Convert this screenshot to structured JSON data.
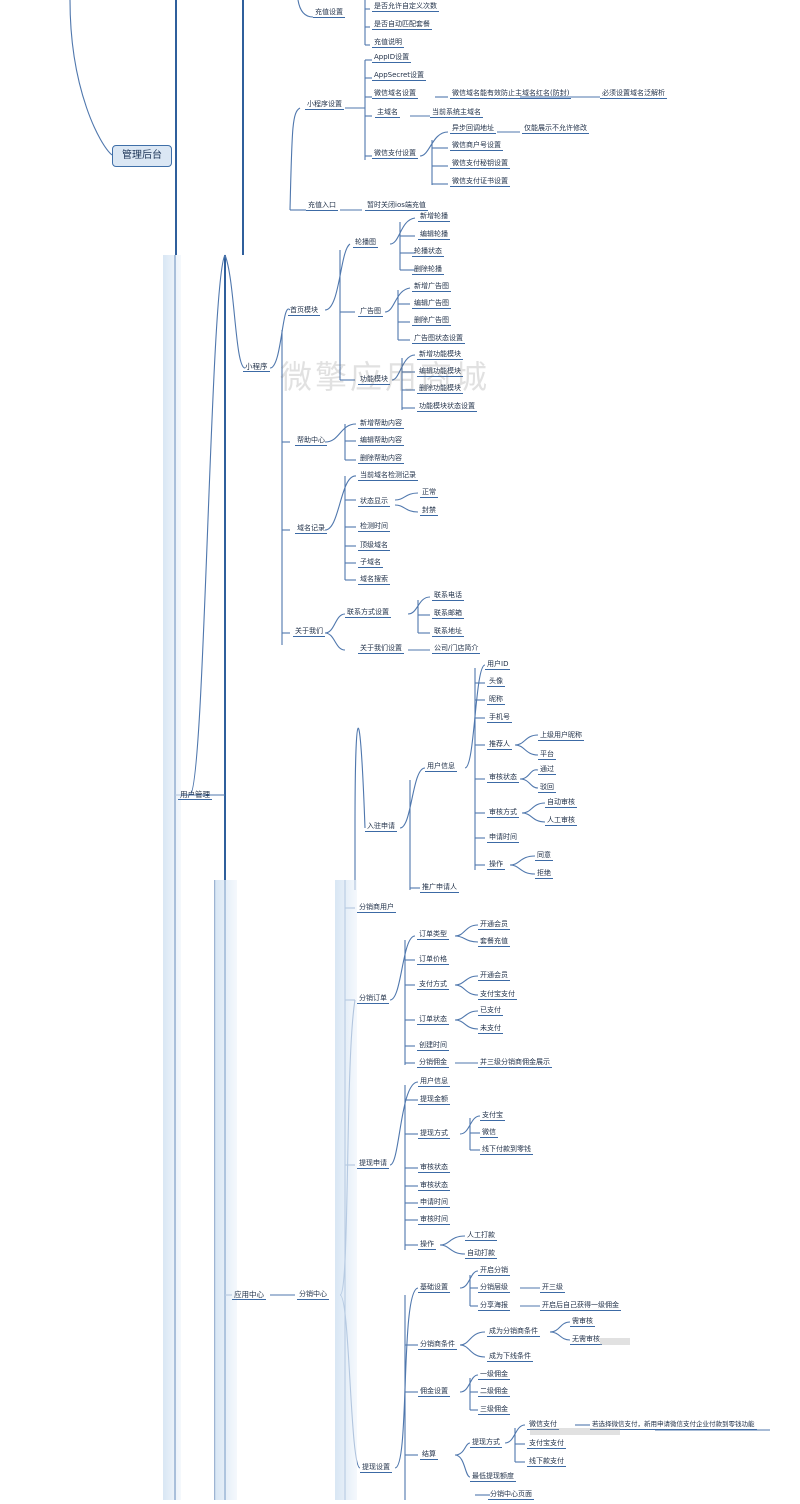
{
  "root": {
    "label": "管理后台"
  },
  "watermark": "微擎应用商城",
  "section_a": {
    "top": [
      "是否允许自定义次数",
      "是否自动匹配套餐",
      "充值说明"
    ],
    "recharge_settings": "充值设置",
    "mini_settings": "小程序设置",
    "mini_children": [
      "AppID设置",
      "AppSecret设置",
      "微信域名设置",
      "主域名",
      "微信支付设置"
    ],
    "domain_desc": "微信域名能有效防止主域名红名(防封)",
    "domain_note": "必须设置域名泛解析",
    "main_domain_desc": "当前系统主域名",
    "pay_children": [
      "异步回调地址",
      "微信商户号设置",
      "微信支付秘钥设置",
      "微信支付证书设置"
    ],
    "pay_note": "仅能展示不允许修改",
    "recharge_entry": "充值入口",
    "recharge_entry_desc": "暂时关闭ios端充值"
  },
  "section_b": {
    "mini": "小程序",
    "home_module": "首页模块",
    "carousel": "轮播图",
    "carousel_items": [
      "新增轮播",
      "编辑轮播",
      "轮播状态",
      "删除轮播"
    ],
    "ads": "广告图",
    "ads_items": [
      "新增广告图",
      "编辑广告图",
      "删除广告图",
      "广告图状态设置"
    ],
    "features": "功能模块",
    "feature_items": [
      "新增功能模块",
      "编辑功能模块",
      "删除功能模块",
      "功能模块状态设置"
    ],
    "help": "帮助中心",
    "help_items": [
      "新增帮助内容",
      "编辑帮助内容",
      "删除帮助内容"
    ],
    "domain_records": "域名记录",
    "record_items": [
      "当前域名检测记录",
      "状态显示",
      "检测时间",
      "顶级域名",
      "子域名",
      "域名搜索"
    ],
    "status_items": [
      "正常",
      "封禁"
    ],
    "about": "关于我们",
    "contact": "联系方式设置",
    "contact_items": [
      "联系电话",
      "联系邮箱",
      "联系地址"
    ],
    "about_us": "关于我们设置",
    "about_desc": "公司/门店简介"
  },
  "section_c": {
    "user_mgmt": "用户管理",
    "join": "入驻申请",
    "user_info": "用户信息",
    "user_items": [
      "用户ID",
      "头像",
      "昵称",
      "手机号",
      "推荐人",
      "审核状态",
      "审核方式",
      "申请时间",
      "操作"
    ],
    "referrer_items": [
      "上级用户昵称",
      "平台"
    ],
    "review_items": [
      "通过",
      "驳回"
    ],
    "review_mode_items": [
      "自动审核",
      "人工审核"
    ],
    "op_items": [
      "同意",
      "拒绝"
    ],
    "applicant": "推广申请人",
    "dist_users": "分销商用户",
    "dist_orders": "分销订单",
    "order_items": [
      "订单类型",
      "订单价格",
      "支付方式",
      "订单状态",
      "创建时间",
      "分销佣金"
    ],
    "order_type_items": [
      "开通会员",
      "套餐充值"
    ],
    "pay_items": [
      "开通会员",
      "支付宝支付"
    ],
    "status_items": [
      "已支付",
      "未支付"
    ],
    "commission_desc": "并三级分销商佣金展示",
    "withdraw": "提现申请",
    "withdraw_items": [
      "用户信息",
      "提现金额",
      "提现方式",
      "审核状态",
      "审核状态",
      "申请时间",
      "审核时间",
      "操作"
    ],
    "withdraw_modes": [
      "支付宝",
      "微信",
      "线下付款到零钱"
    ],
    "withdraw_ops": [
      "人工打款",
      "自动打款"
    ],
    "app_center": "应用中心",
    "dist_center": "分销中心",
    "basic": "基础设置",
    "basic_items": [
      "开启分销",
      "分销层级",
      "分享海报"
    ],
    "level_desc": "开三级",
    "poster_desc": "开启后自己获得一级佣金",
    "dist_cond": "分销商条件",
    "cond_items": [
      "成为分销商条件",
      "成为下线条件"
    ],
    "cond_review": [
      "需审核",
      "无需审核"
    ],
    "commission_set": "佣金设置",
    "commission_items": [
      "一级佣金",
      "二级佣金",
      "三级佣金"
    ],
    "withdraw_set": "提现设置",
    "withdraw_setting": "结算",
    "withdraw_mode": "提现方式",
    "mode_items": [
      "微信支付",
      "支付宝支付",
      "线下款支付"
    ],
    "mode_note": "若选择微信支付，新用申请微信支付企业付款到零钱功能",
    "withdraw_amount": "最低提现额度",
    "center_page": "分销中心页面"
  }
}
